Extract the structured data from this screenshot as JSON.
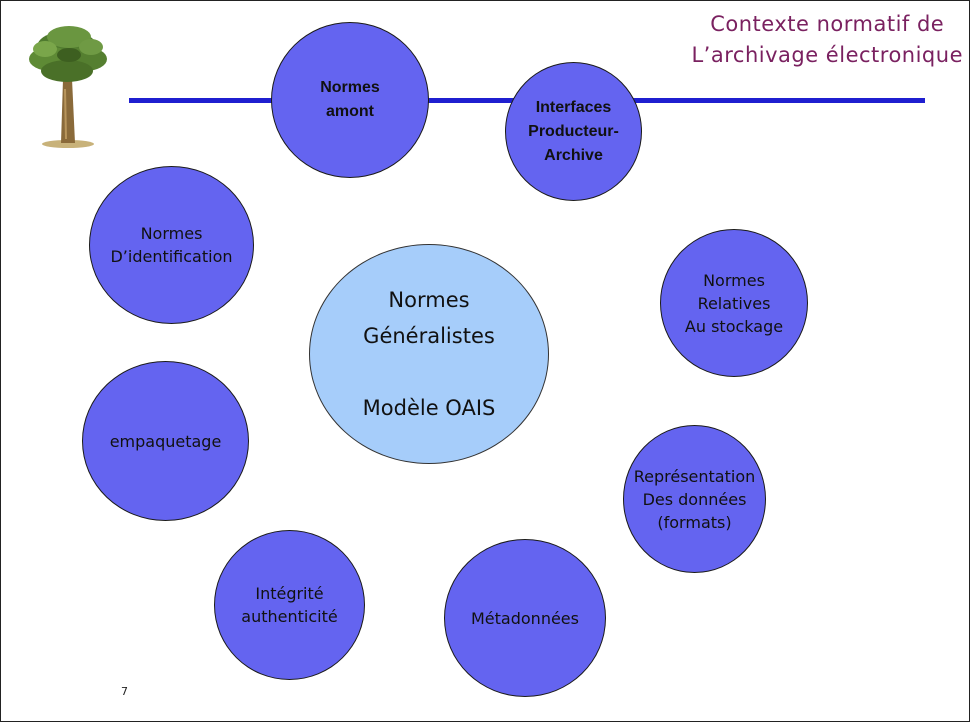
{
  "title": {
    "line1": "Contexte normatif de",
    "line2": "L’archivage électronique"
  },
  "bubbles": {
    "amont": "Normes\namont",
    "interfaces": "Interfaces\nProducteur-\nArchive",
    "identification": "Normes\nD’identification",
    "generalistes": "Normes\nGénéralistes\n\nModèle OAIS",
    "stockage": "Normes\nRelatives\nAu stockage",
    "empaquetage": "empaquetage",
    "representation": "Représentation\nDes données\n(formats)",
    "integrite": "Intégrité\nauthenticité",
    "metadonnees": "Métadonnées"
  },
  "page_number": "7",
  "colors": {
    "bubble": "#6464f0",
    "center_bubble": "#a6cdfa",
    "bar": "#1f1fd0",
    "title": "#7a2160"
  },
  "icons": {
    "logo": "pine-tree-icon"
  }
}
